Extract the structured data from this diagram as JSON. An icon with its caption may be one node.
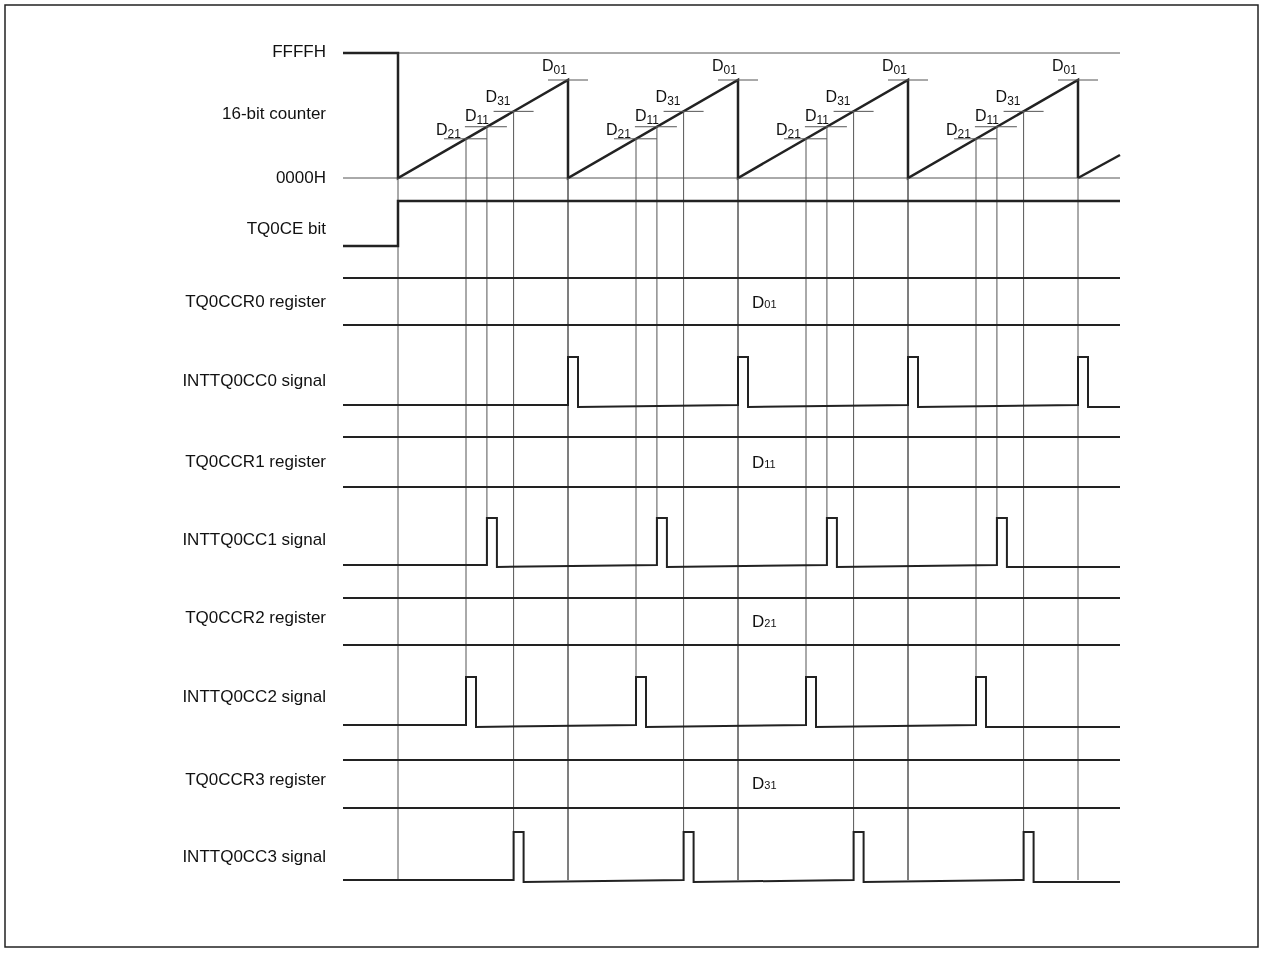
{
  "diagram": {
    "labels": [
      "FFFFH",
      "16-bit counter",
      "0000H",
      "D$_{01}$",
      "D$_{01}$",
      "D$_{01}$",
      "D$_{01}$",
      "D$_{31}$",
      "D$_{31}$",
      "D$_{31}$",
      "D$_{31}$",
      "D$_{11}$",
      "D$_{11}$",
      "D$_{11}$",
      "D$_{11}$",
      "D$_{21}$",
      "D$_{21}$",
      "D$_{21}$",
      "D$_{21}$",
      "TQ0CE bit",
      "TQ0CCR0 register",
      "D$_{01}$",
      "INTTQ0CC0 signal",
      "TQ0CCR1 register",
      "D$_{11}$",
      "INTTQ0CC1 signal",
      "TQ0CCR2 register",
      "D$_{21}$",
      "INTTQ0CC2 signal",
      "TQ0CCR3 register",
      "D$_{31}$",
      "INTTQ0CC3 signal"
    ]
  }
}
